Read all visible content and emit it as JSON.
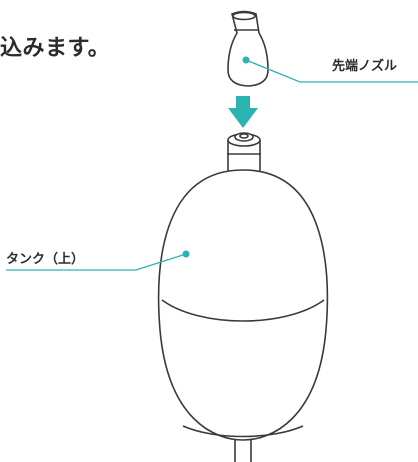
{
  "heading": {
    "text": "込みます。"
  },
  "labels": {
    "nozzle": "先端ノズル",
    "tank_upper": "タンク（上）"
  },
  "colors": {
    "accent": "#2ab3b1",
    "outline": "#3a3a3a",
    "text": "#2b2b2b"
  }
}
